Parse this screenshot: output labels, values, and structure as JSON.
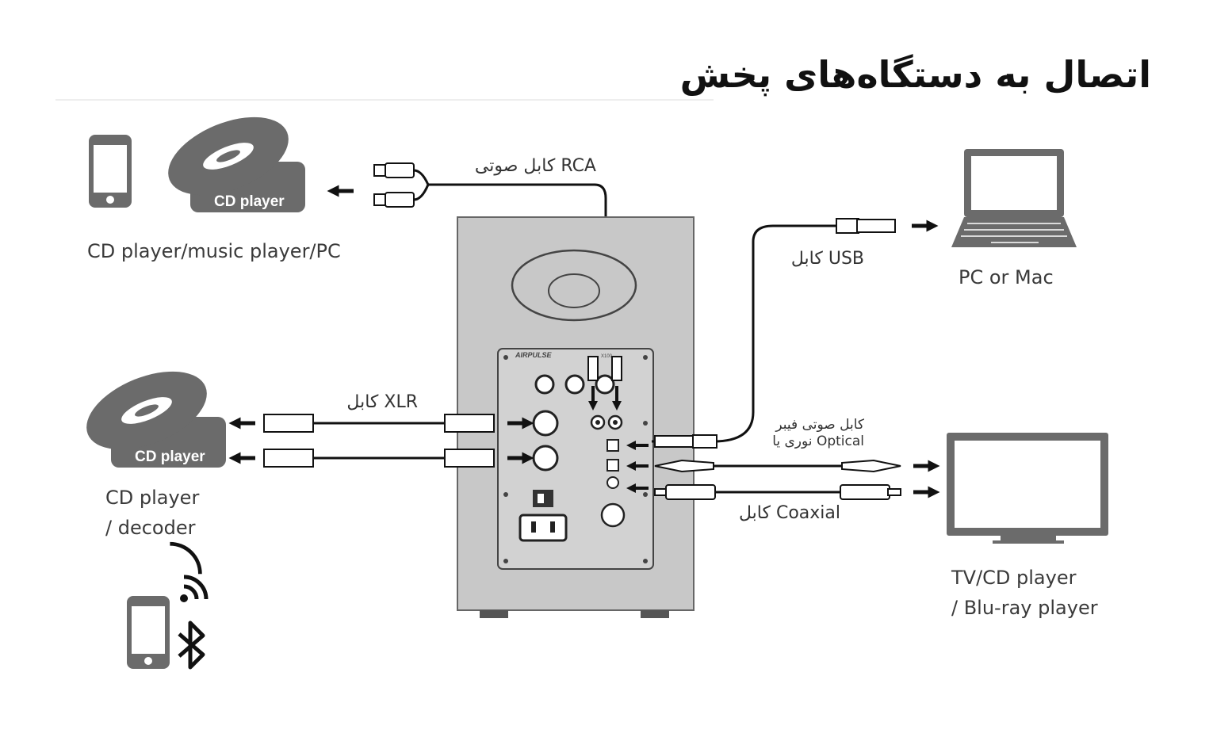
{
  "title": "اتصال به دستگاه‌های پخش",
  "devices": {
    "top_left_label": "CD player/music player/PC",
    "mid_left_label_line1": "CD player",
    "mid_left_label_line2": "/ decoder",
    "pc_label": "PC or Mac",
    "tv_label_line1": "TV/CD player",
    "tv_label_line2": "/ Blu-ray player",
    "cd_badge": "CD player"
  },
  "cables": {
    "rca": "کابل صوتی RCA",
    "xlr": "کابل XLR",
    "usb": "کابل USB",
    "optical_line1": "کابل صوتی فیبر",
    "optical_line2": "نوری یا Optical",
    "coaxial": "کابل Coaxial"
  },
  "speaker": {
    "brand": "AIRPULSE",
    "model": "X100"
  },
  "icons": [
    "smartphone-icon",
    "cd-disc-icon",
    "laptop-icon",
    "tv-icon",
    "wifi-icon",
    "bluetooth-icon",
    "arrow-icon"
  ],
  "colors": {
    "speaker_body": "#c8c8c8",
    "panel": "#d2d2d2",
    "dark": "#6b6b6b",
    "ink": "#111111"
  }
}
